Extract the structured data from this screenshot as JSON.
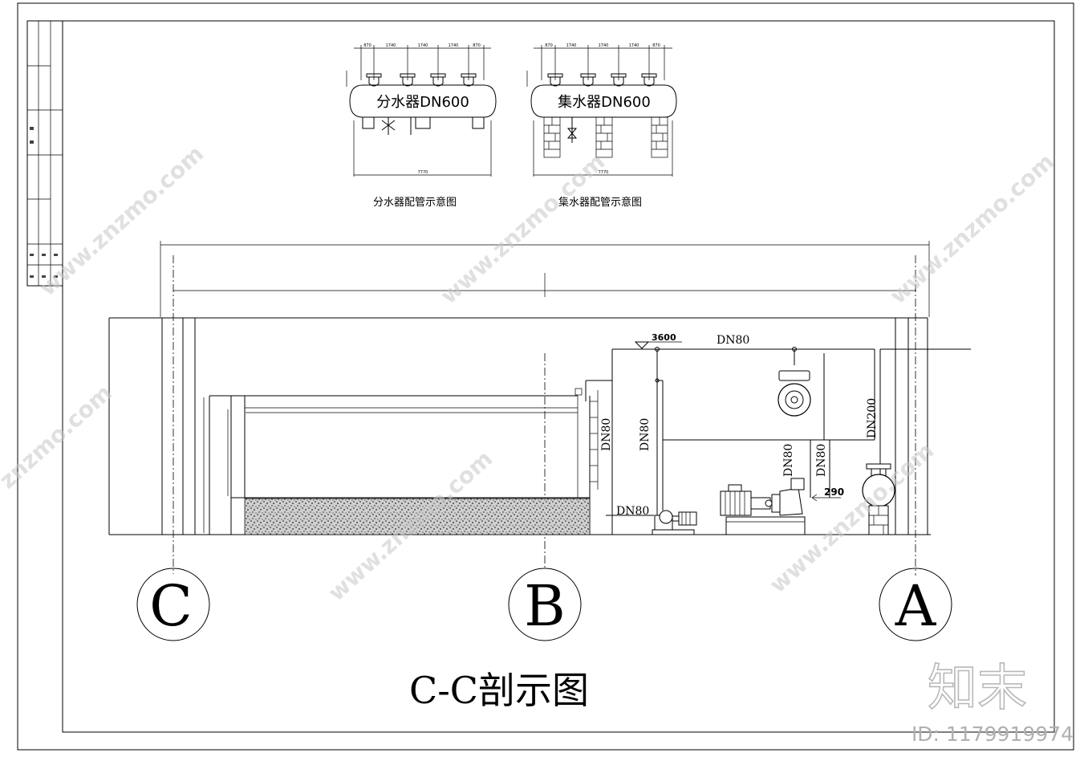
{
  "manifolds": {
    "supply": {
      "title": "分水器DN600",
      "caption": "分水器配管示意图",
      "dims_top": [
        "870",
        "1740",
        "1740",
        "1740",
        "870"
      ],
      "dim_bottom": "7770"
    },
    "return": {
      "title": "集水器DN600",
      "caption": "集水器配管示意图",
      "dims_top": [
        "870",
        "1740",
        "1740",
        "1740",
        "870"
      ],
      "dim_bottom": "7770"
    }
  },
  "section": {
    "elevation": "3600",
    "pipe_labels": {
      "top_main": "DN80",
      "riser_left_1": "DN80",
      "riser_left_2": "DN80",
      "riser_right_1": "DN80",
      "riser_right_2": "DN80",
      "riser_a": "DN200",
      "bottom": "DN80"
    },
    "dim_290": "290",
    "axes": [
      "C",
      "B",
      "A"
    ],
    "title": "C-C剖示图"
  },
  "watermark": {
    "brand": "知末",
    "id_text": "ID: 1179919974",
    "site": "www.znzmo.com",
    "site_short": "znzmo.com"
  }
}
